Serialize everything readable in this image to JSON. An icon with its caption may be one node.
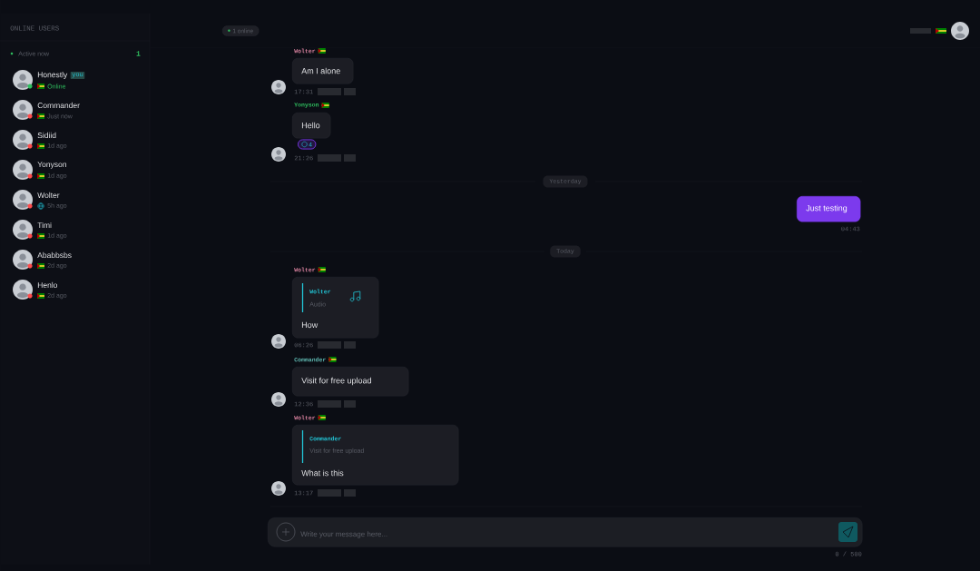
{
  "diagram": {
    "nodes": [
      {
        "text": [
          "Honestly",
          "you",
          "Online"
        ]
      },
      {
        "text": [
          "Commander",
          "Just now"
        ]
      },
      {
        "text": [
          "Sidiid",
          "1d ago"
        ]
      },
      {
        "text": [
          "Yonyson",
          "1d ago"
        ]
      },
      {
        "text": [
          "Wolter",
          "5h ago"
        ]
      },
      {
        "text": [
          "Timi",
          "1d ago"
        ]
      },
      {
        "text": [
          "Ababbsbs",
          "2d ago"
        ]
      },
      {
        "text": [
          "Henlo",
          "2d ago"
        ]
      },
      {
        "text": [
          "Wolter",
          "Am I alone"
        ],
        "beside": [
          "17:31"
        ]
      },
      {
        "text": [
          "Yonyson",
          "Hello"
        ],
        "beside": [
          "4",
          "21:26"
        ]
      },
      {
        "text": [
          "Yesterday"
        ]
      },
      {
        "text": [
          "Just testing"
        ],
        "beside": [
          "04:43"
        ]
      },
      {
        "text": [
          "Today"
        ]
      },
      {
        "text": [
          "Wolter",
          "How"
        ],
        "beside": [
          "06:26"
        ]
      },
      {
        "text": [
          "Wolter",
          "Audio"
        ],
        "in": 13
      },
      {
        "text": [
          "Commander",
          "Visit for free upload"
        ],
        "beside": [
          "12:36"
        ]
      },
      {
        "text": [
          "Wolter",
          "What is this"
        ],
        "beside": [
          "13:17"
        ]
      },
      {
        "text": [
          "Commander",
          "Visit for free upload"
        ],
        "in": 16
      },
      {
        "text": [
          "Write your message here..."
        ],
        "beside": [
          "0 / 500"
        ]
      }
    ],
    "labels": [
      "ONLINE USERS",
      "Active now",
      "1",
      "1 online"
    ]
  }
}
